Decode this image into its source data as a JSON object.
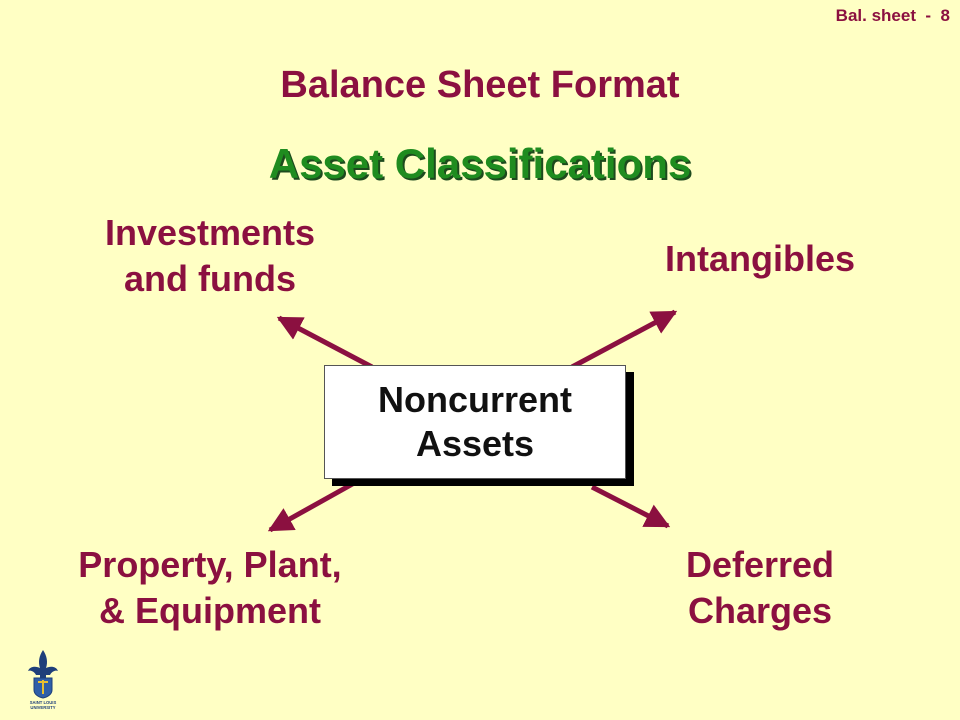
{
  "slide_label": "Bal. sheet  -  8",
  "title": "Balance Sheet Format",
  "subtitle": "Asset Classifications",
  "center": {
    "line1": "Noncurrent",
    "line2": "Assets"
  },
  "nodes": {
    "investments": {
      "line1": "Investments",
      "line2": "and funds"
    },
    "intangibles": {
      "line1": "Intangibles"
    },
    "ppe": {
      "line1": "Property, Plant,",
      "line2": "& Equipment"
    },
    "deferred": {
      "line1": "Deferred",
      "line2": "Charges"
    }
  },
  "logo": {
    "line1": "SAINT LOUIS",
    "line2": "UNIVERSITY",
    "icon": "fleur-de-lis-icon"
  },
  "colors": {
    "background": "#ffffc4",
    "maroon": "#8b1040",
    "green": "#1f8c1f"
  }
}
